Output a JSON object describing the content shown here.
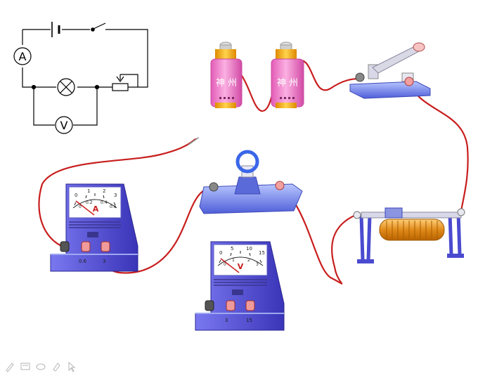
{
  "schematic": {
    "ammeter_symbol": "A",
    "voltmeter_symbol": "V",
    "components": [
      "battery-icon",
      "switch-icon",
      "ammeter-icon",
      "lamp-icon",
      "rheostat-icon",
      "voltmeter-icon"
    ]
  },
  "batteries": [
    {
      "label": "神  州"
    },
    {
      "label": "神  州"
    }
  ],
  "ammeter": {
    "unit": "A",
    "scale_top": [
      "0",
      "1",
      "2",
      "3"
    ],
    "scale_bottom": [
      "0",
      "0.2",
      "0.4",
      "0.6"
    ],
    "terminals": [
      "0.6",
      "3"
    ]
  },
  "voltmeter": {
    "unit": "V",
    "scale_top": [
      "0",
      "5",
      "10",
      "15"
    ],
    "scale_bottom": [
      "0",
      "1",
      "2",
      "3"
    ],
    "terminals": [
      "3",
      "15"
    ]
  },
  "colors": {
    "wire": "#c81e1e",
    "meter_body": "#5b5fd6",
    "battery": "#f07ac8",
    "battery_cap": "#f4b400",
    "base": "#7a8ef0"
  },
  "toolbar": [
    "pen-icon",
    "screen-icon",
    "eraser-icon",
    "marker-icon",
    "pointer-icon"
  ]
}
